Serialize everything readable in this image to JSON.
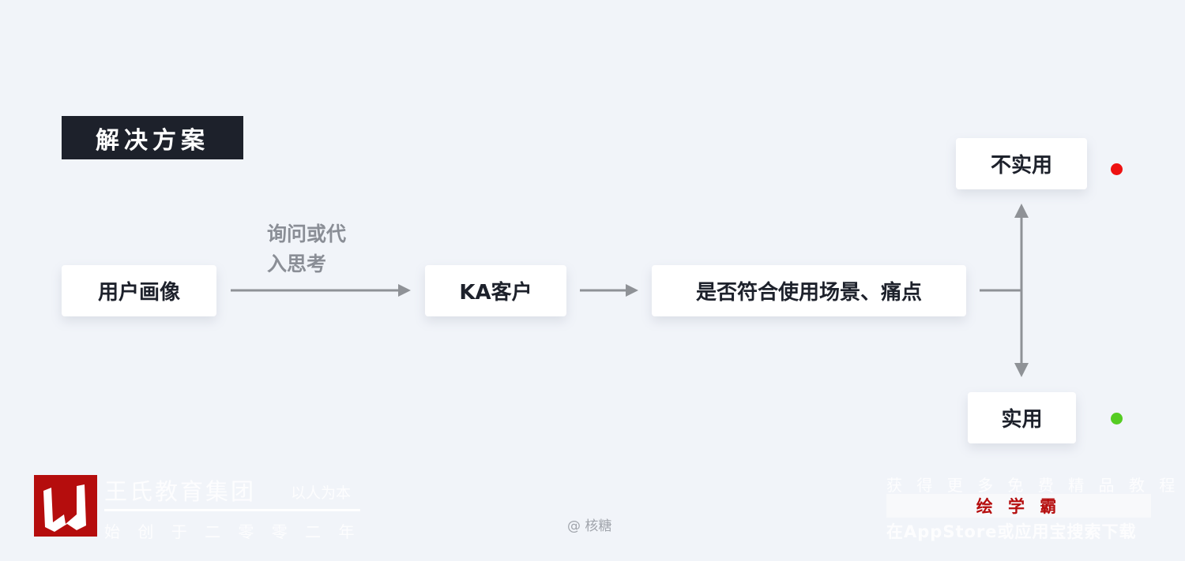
{
  "title": "解决方案",
  "nodes": {
    "persona": "用户画像",
    "ka_client": "KA客户",
    "fit_check": "是否符合使用场景、痛点",
    "not_useful": "不实用",
    "useful": "实用"
  },
  "edge_label_line1": "询问或代",
  "edge_label_line2": "入思考",
  "status_colors": {
    "not_useful": "#ee1111",
    "useful": "#55cc22"
  },
  "credit": "@ 核糖",
  "watermark_left": {
    "name": "王氏教育集团",
    "motto": "以人为本",
    "since": "始 创 于 二 零 零 二 年"
  },
  "watermark_right": {
    "line1": "获 得 更 多 免 费 精 品 教 程",
    "brand": "绘 学 霸",
    "line3": "在AppStore或应用宝搜索下载"
  }
}
